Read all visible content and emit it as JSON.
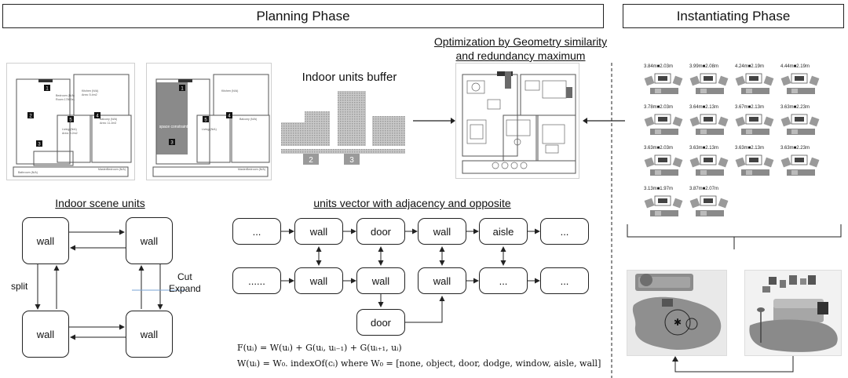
{
  "phases": {
    "planning": "Planning Phase",
    "instantiating": "Instantiating Phase"
  },
  "optimization_title_line1": "Optimization by Geometry similarity",
  "optimization_title_line2": "and redundancy maximum",
  "buffer": {
    "title": "Indoor units buffer",
    "label_a": "2",
    "label_b": "3"
  },
  "floorplan_labels": {
    "n1": "1",
    "n2": "2",
    "n3": "3",
    "n4": "4",
    "n5": "5",
    "n1b": "1",
    "n3b": "3",
    "n4b": "4",
    "n5b": "5",
    "space_constraint": "space constraint"
  },
  "scene_units": {
    "title": "Indoor scene units",
    "node_tl": "wall",
    "node_tr": "wall",
    "node_bl": "wall",
    "node_br": "wall",
    "split": "split",
    "cut": "Cut",
    "expand": "Expand"
  },
  "units_vector": {
    "title": "units vector with adjacency and opposite",
    "row1": [
      "...",
      "wall",
      "door",
      "wall",
      "aisle",
      "..."
    ],
    "row2": [
      "......",
      "wall",
      "wall",
      "wall",
      "...",
      "..."
    ],
    "row3": "door"
  },
  "formulas": {
    "f1": "F(uᵢ) = W(uᵢ) + G(uᵢ, uᵢ₋₁) + G(uᵢ₊₁, uᵢ)",
    "f2": "W(uᵢ) = W₀. indexOf(cᵢ)  where W₀ = [none, object, door, dodge, window, aisle, wall]"
  },
  "instance_labels": [
    "3.84m■2.03m",
    "3.99m■2.08m",
    "4.24m■2.19m",
    "4.44m■2.19m",
    "3.78m■2.03m",
    "3.64m■2.13m",
    "3.67m■2.13m",
    "3.63m■2.23m",
    "3.63m■2.03m",
    "3.63m■2.13m",
    "3.63m■2.13m",
    "3.63m■2.23m",
    "3.13m■1.97m",
    "3.87m■2.07m"
  ],
  "colors": {
    "border": "#222222",
    "hatch_gray": "#b5b5b5",
    "dark_gray": "#7a7a7a",
    "rug_gray": "#8f8f8f"
  }
}
